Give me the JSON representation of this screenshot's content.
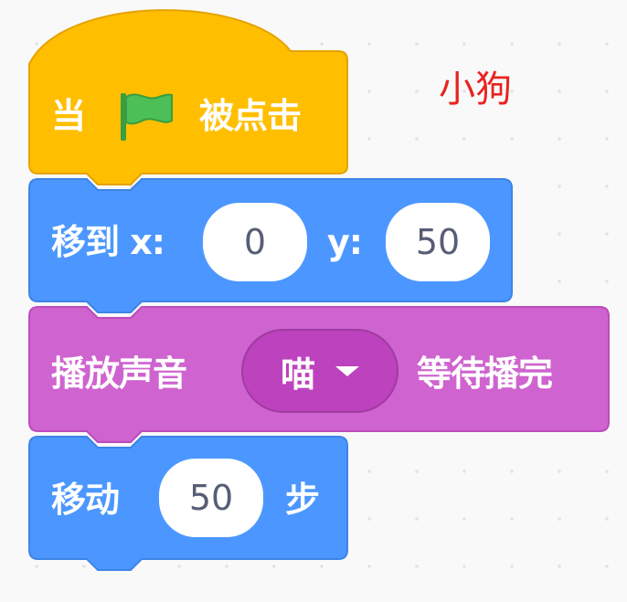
{
  "sprite_name": "小狗",
  "colors": {
    "events": "#ffbf00",
    "motion": "#4c97ff",
    "sound": "#cf63cf",
    "flag": "#4cbf56"
  },
  "blocks": {
    "hat": {
      "prefix": "当",
      "icon": "green-flag-icon",
      "suffix": "被点击"
    },
    "goto": {
      "label": "移到 x:",
      "x_value": "0",
      "y_label": "y:",
      "y_value": "50"
    },
    "sound": {
      "label": "播放声音",
      "sound_name": "喵",
      "suffix": "等待播完"
    },
    "move": {
      "label": "移动",
      "steps": "50",
      "unit": "步"
    }
  }
}
